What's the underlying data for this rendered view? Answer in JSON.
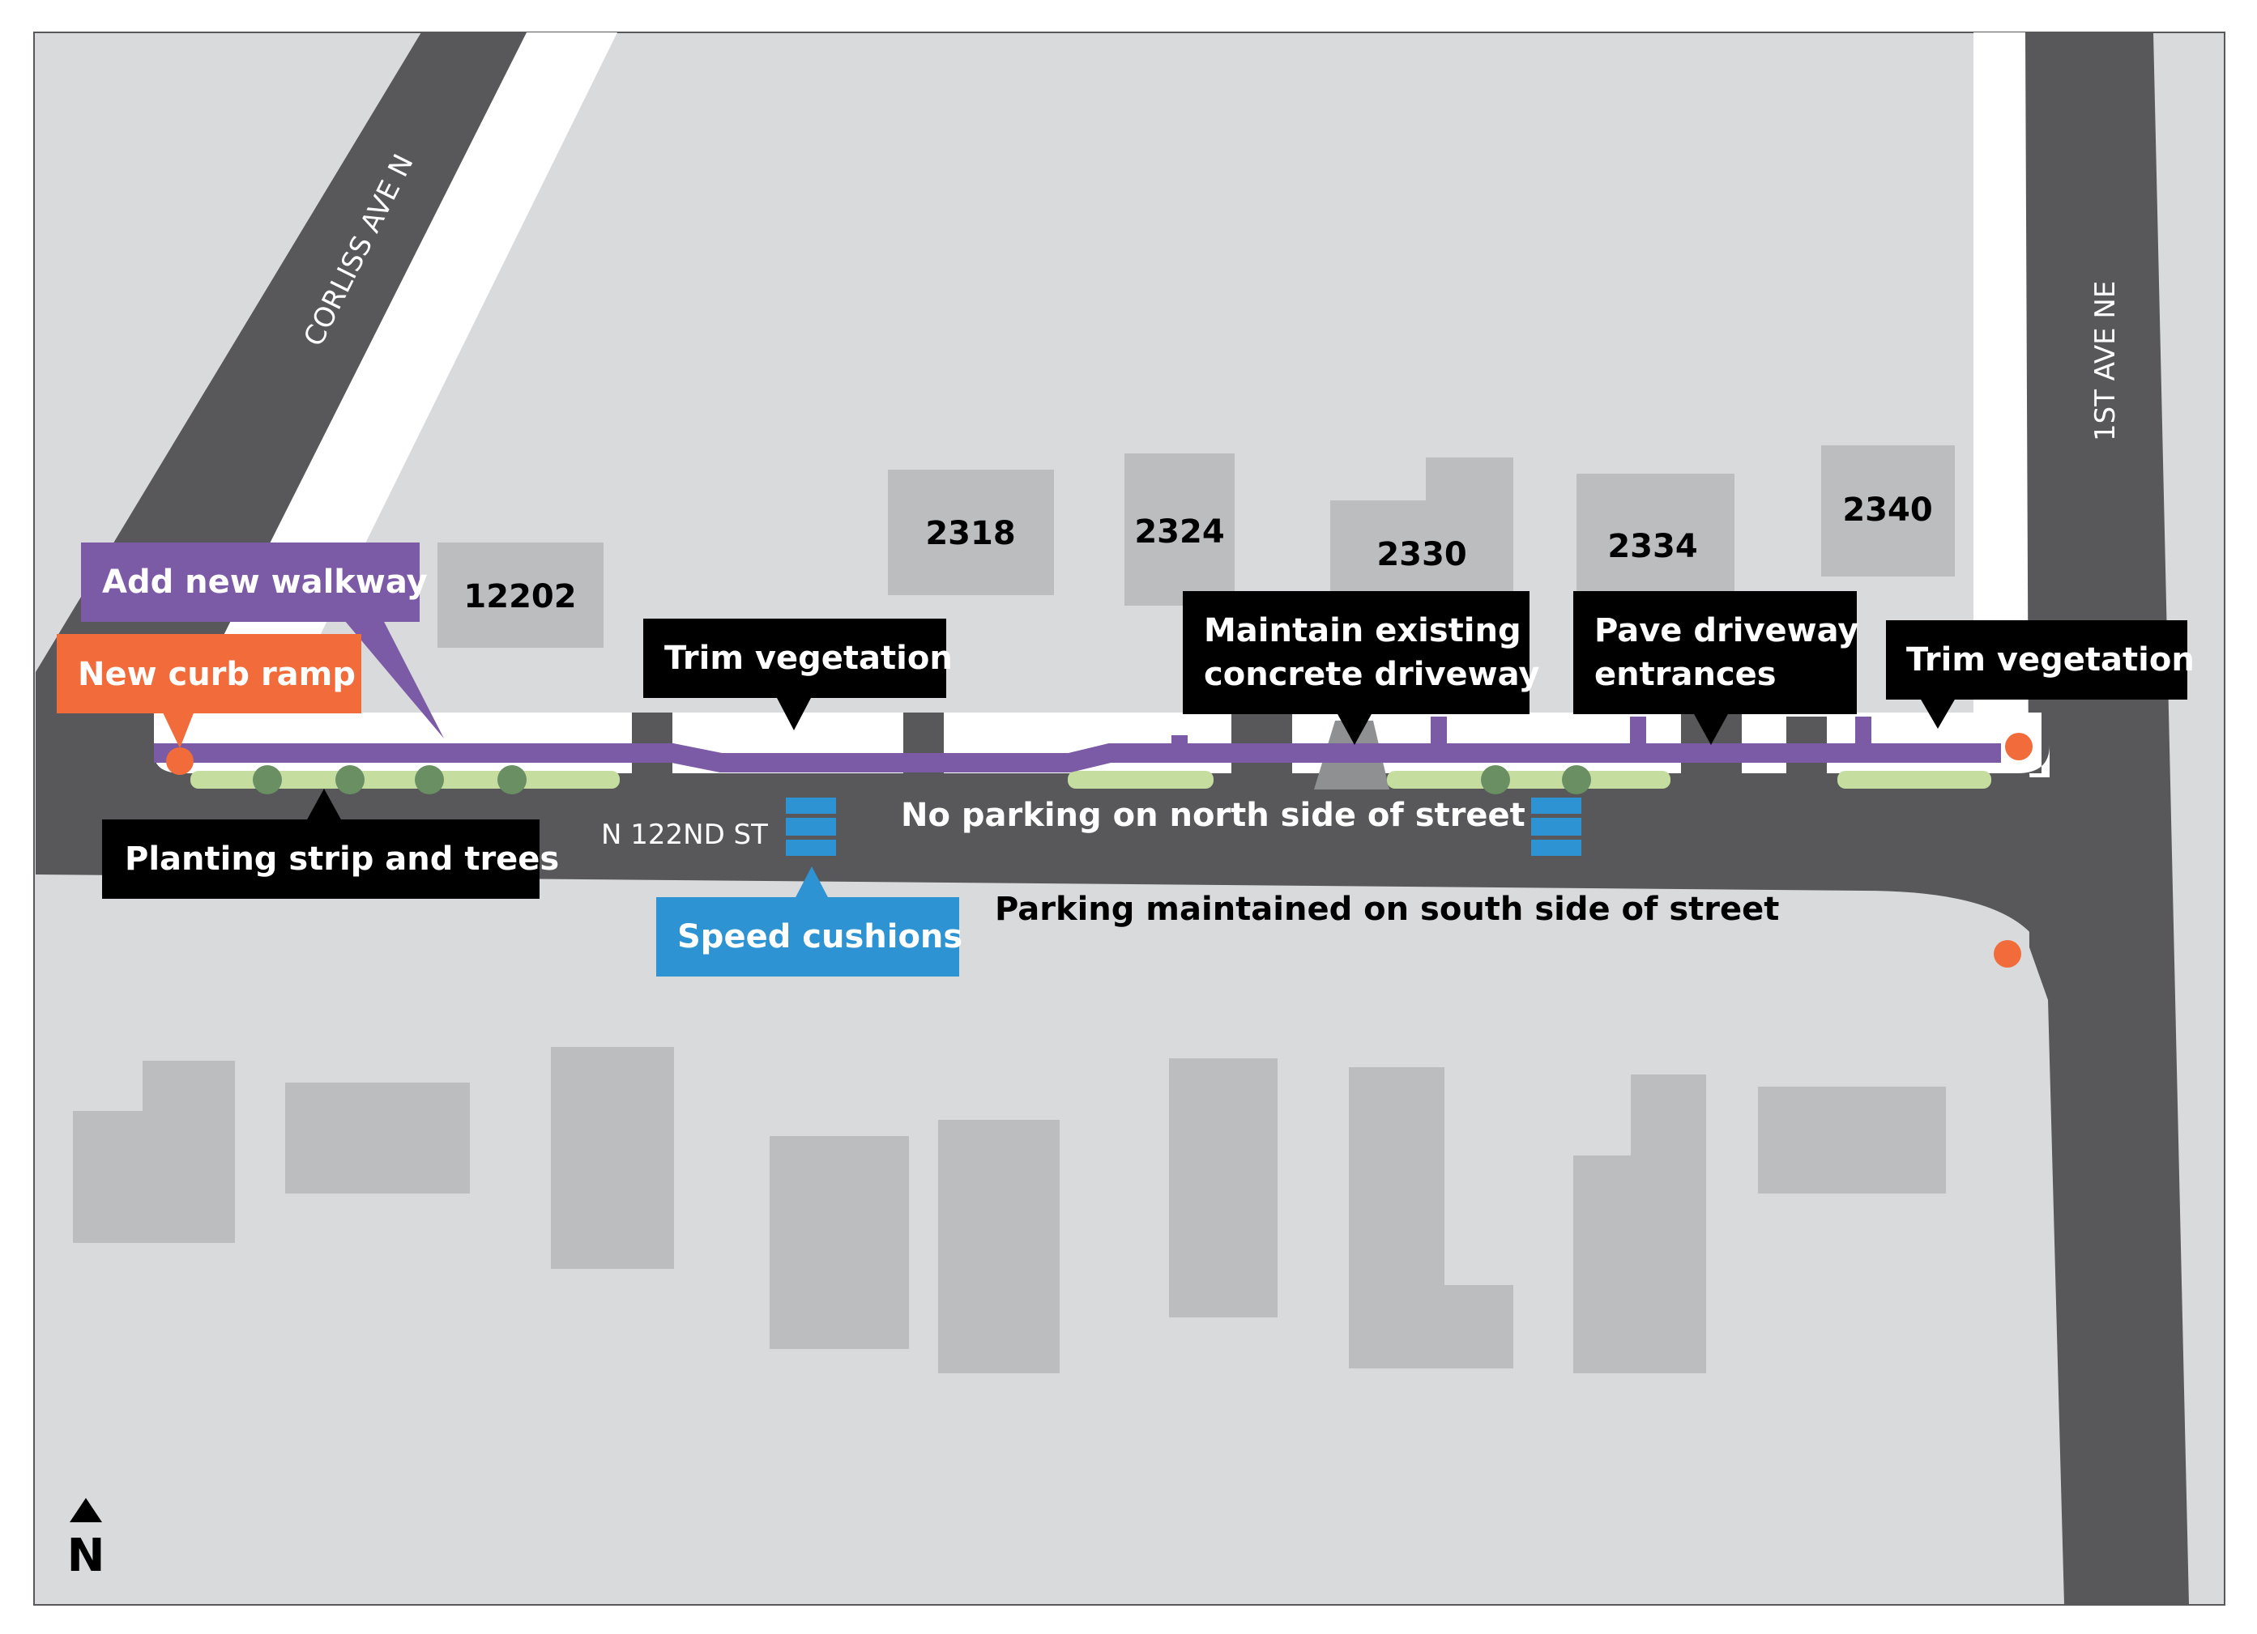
{
  "streets": {
    "corliss": "CORLISS AVE N",
    "first_ave": "1ST AVE NE",
    "n122": "N 122ND ST"
  },
  "addresses": {
    "a12202": "12202",
    "a2318": "2318",
    "a2324": "2324",
    "a2330": "2330",
    "a2334": "2334",
    "a2340": "2340"
  },
  "callouts": {
    "add_walkway": "Add new walkway",
    "curb_ramp": "New curb ramp",
    "trim_veg_1": "Trim vegetation",
    "maintain_line1": "Maintain existing",
    "maintain_line2": "concrete driveway",
    "pave_line1": "Pave driveway",
    "pave_line2": "entrances",
    "trim_veg_2": "Trim vegetation",
    "planting": "Planting strip and trees",
    "speed": "Speed cushions"
  },
  "notes": {
    "no_parking": "No parking on north side of street",
    "parking_south": "Parking maintained on south side of street"
  },
  "north_arrow": "N",
  "colors": {
    "background": "#d9dadb",
    "road": "#58585a",
    "sidewalk": "#ffffff",
    "building": "#bcbdbf",
    "walkway": "#7b5aa6",
    "planting": "#c5dea0",
    "tree": "#6a8f63",
    "curb_ramp": "#f26b3a",
    "speed_cushion": "#2d93d3",
    "callout_dark": "#000000",
    "callout_purple": "#7b5aa6",
    "callout_orange": "#f26b3a",
    "callout_blue": "#2d93d3"
  }
}
